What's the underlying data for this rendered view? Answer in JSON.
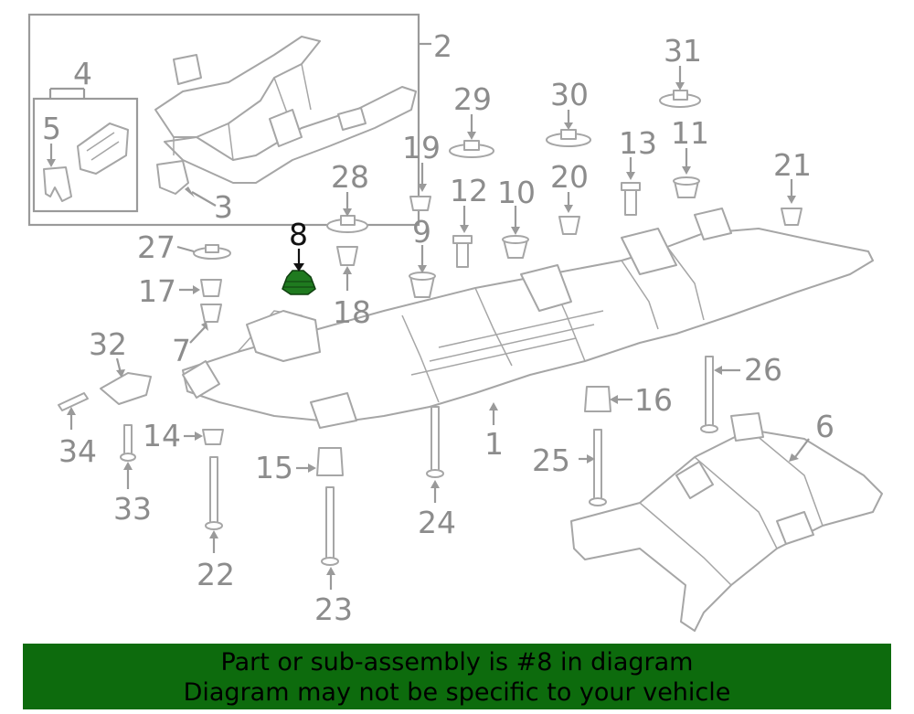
{
  "callouts": {
    "c1": "1",
    "c2": "2",
    "c3": "3",
    "c4": "4",
    "c5": "5",
    "c6": "6",
    "c7": "7",
    "c8": "8",
    "c9": "9",
    "c10": "10",
    "c11": "11",
    "c12": "12",
    "c13": "13",
    "c14": "14",
    "c15": "15",
    "c16": "16",
    "c17": "17",
    "c18": "18",
    "c19": "19",
    "c20": "20",
    "c21": "21",
    "c22": "22",
    "c23": "23",
    "c24": "24",
    "c25": "25",
    "c26": "26",
    "c27": "27",
    "c28": "28",
    "c29": "29",
    "c30": "30",
    "c31": "31",
    "c32": "32",
    "c33": "33",
    "c34": "34"
  },
  "highlighted_part": "8",
  "colors": {
    "highlight_fill": "#1f7a1f",
    "banner_bg": "#0d6b0d",
    "line_gray": "#9a9a9a",
    "label_gray": "#8c8c8c"
  },
  "banner": {
    "line1": "Part or sub-assembly is #8 in diagram",
    "line2": "Diagram may not be specific to your vehicle"
  }
}
